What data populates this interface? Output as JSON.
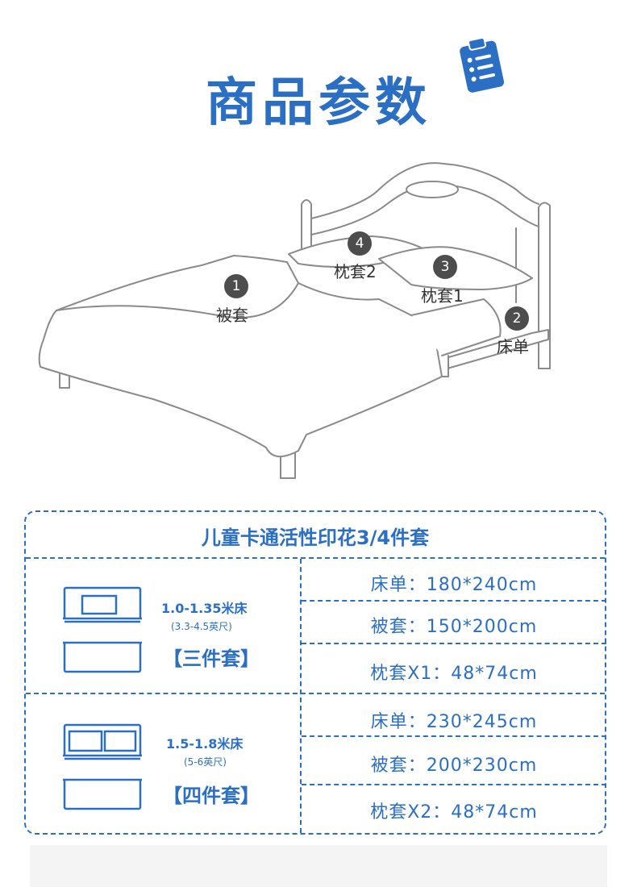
{
  "header": {
    "title": "商品参数",
    "icon": "clipboard-list-icon",
    "accent": "#2b6fc4"
  },
  "bed_diagram": {
    "markers": [
      {
        "number": "1",
        "label": "被套"
      },
      {
        "number": "2",
        "label": "床单"
      },
      {
        "number": "3",
        "label": "枕套1"
      },
      {
        "number": "4",
        "label": "枕套2"
      }
    ]
  },
  "spec_table": {
    "title": "儿童卡通活性印花3/4件套",
    "groups": [
      {
        "size": "1.0-1.35米床",
        "size_sub": "(3.3-4.5英尺)",
        "set": "【三件套】",
        "icon": "single-pillow-bed-icon",
        "rows": [
          "床单：180*240cm",
          "被套：150*200cm",
          "枕套X1：48*74cm"
        ]
      },
      {
        "size": "1.5-1.8米床",
        "size_sub": "(5-6英尺)",
        "set": "【四件套】",
        "icon": "double-pillow-bed-icon",
        "rows": [
          "床单：230*245cm",
          "被套：200*230cm",
          "枕套X2：48*74cm"
        ]
      }
    ]
  }
}
